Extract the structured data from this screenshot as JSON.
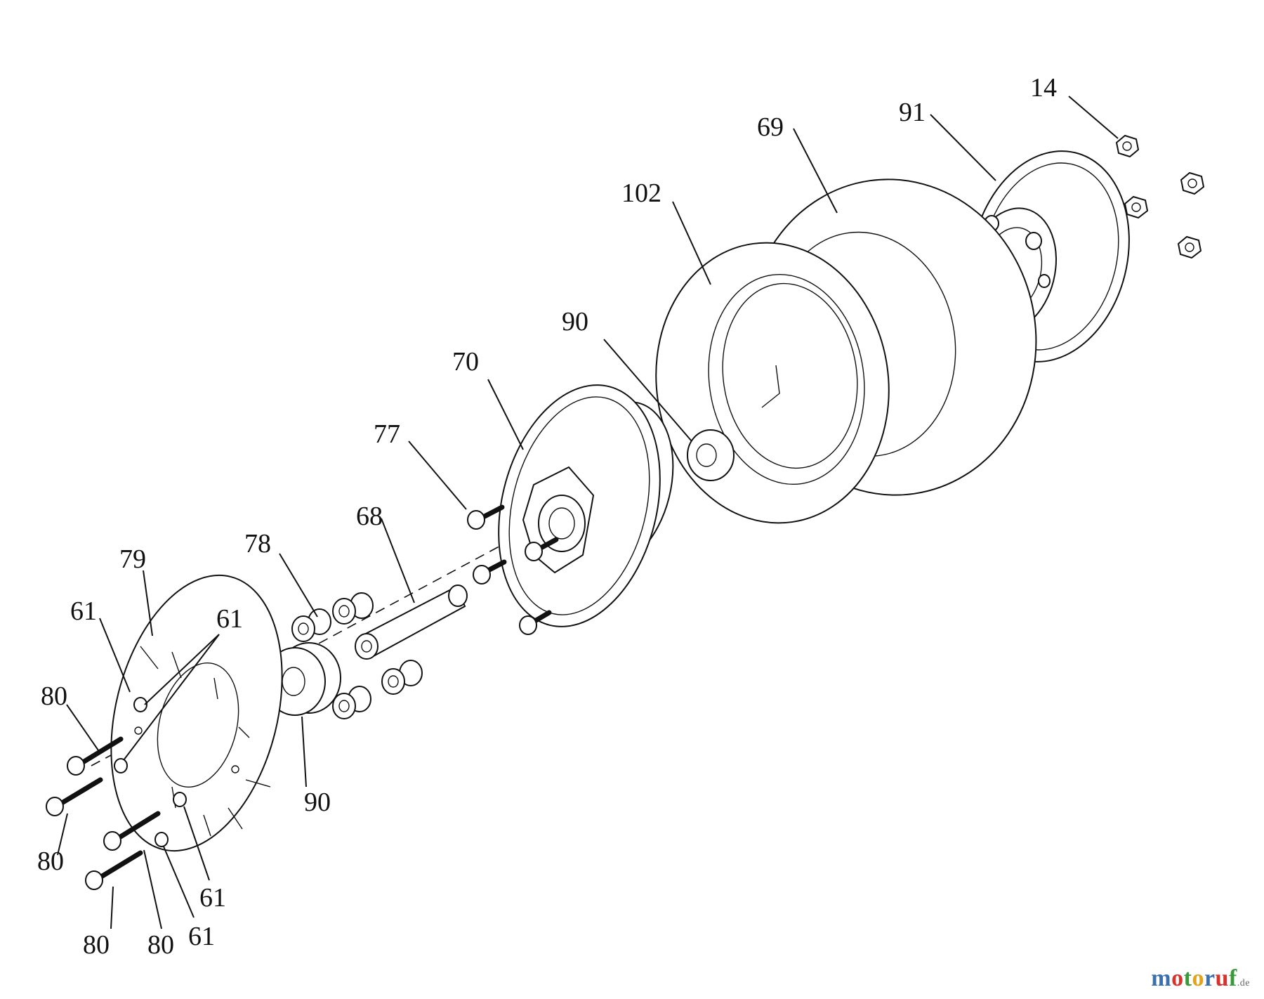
{
  "callouts": {
    "c14": "14",
    "c91": "91",
    "c69": "69",
    "c102": "102",
    "c90_top": "90",
    "c70": "70",
    "c77": "77",
    "c68": "68",
    "c78": "78",
    "c79": "79",
    "c61_a": "61",
    "c61_b": "61",
    "c80_a": "80",
    "c80_b": "80",
    "c90_bottom": "90",
    "c61_c": "61",
    "c80_c": "80",
    "c80_d": "80",
    "c61_d": "61"
  },
  "watermark": {
    "letters": [
      "m",
      "o",
      "t",
      "o",
      "r",
      "u",
      "f"
    ],
    "colors": [
      "#3a6fb0",
      "#d8322c",
      "#3a9a3a",
      "#e3a21a",
      "#3a6fb0",
      "#d8322c",
      "#3a9a3a"
    ],
    "tld": ".de"
  }
}
